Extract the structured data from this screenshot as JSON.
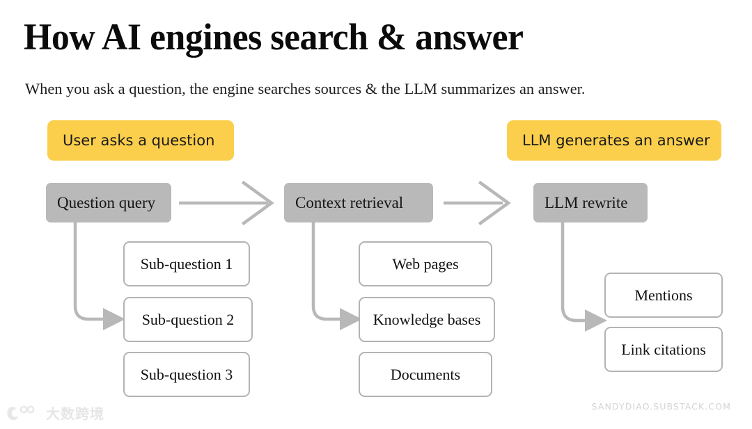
{
  "header": {
    "title": "How AI engines search & answer",
    "subtitle": "When you ask a question, the engine searches sources & the LLM summarizes an answer."
  },
  "colors": {
    "highlight_yellow": "#FBCF4B",
    "stage_gray": "#B9B9B9",
    "leaf_border": "#B3B3B3",
    "connector_gray": "#B3B3B3",
    "text_dark": "#111111",
    "footer_gray": "#D3D3D3"
  },
  "callouts": [
    {
      "id": "user-asks",
      "label": "User asks a question"
    },
    {
      "id": "llm-answer",
      "label": "LLM generates an answer"
    }
  ],
  "stages": [
    {
      "id": "question-query",
      "label": "Question query",
      "children": [
        {
          "label": "Sub-question 1"
        },
        {
          "label": "Sub-question 2"
        },
        {
          "label": "Sub-question 3"
        }
      ]
    },
    {
      "id": "context-retrieval",
      "label": "Context retrieval",
      "children": [
        {
          "label": "Web pages"
        },
        {
          "label": "Knowledge bases"
        },
        {
          "label": "Documents"
        }
      ]
    },
    {
      "id": "llm-rewrite",
      "label": "LLM rewrite",
      "children": [
        {
          "label": "Mentions"
        },
        {
          "label": "Link citations"
        }
      ]
    }
  ],
  "footer": {
    "url": "SANDYDIAO.SUBSTACK.COM",
    "watermark_text": "大数跨境"
  }
}
